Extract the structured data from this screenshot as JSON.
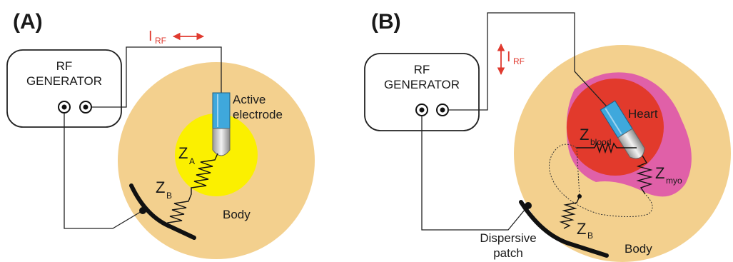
{
  "panel_a": {
    "label": "(A)",
    "generator_line1": "RF",
    "generator_line2": "GENERATOR",
    "current_main": "I",
    "current_sub": "RF",
    "active_line1": "Active",
    "active_line2": "electrode",
    "za_main": "Z",
    "za_sub": "A",
    "zb_main": "Z",
    "zb_sub": "B",
    "body": "Body"
  },
  "panel_b": {
    "label": "(B)",
    "generator_line1": "RF",
    "generator_line2": "GENERATOR",
    "current_main": "I",
    "current_sub": "RF",
    "heart": "Heart",
    "zblood_main": "Z",
    "zblood_sub": "blood",
    "zmyo_main": "Z",
    "zmyo_sub": "myo",
    "zb_main": "Z",
    "zb_sub": "B",
    "dispersive_line1": "Dispersive",
    "dispersive_line2": "patch",
    "body": "Body"
  },
  "colors": {
    "body": "#f3d08e",
    "yellow_zone": "#fbf000",
    "myocardium": "#e060a8",
    "blood": "#e23a2c",
    "electrode": "#3fa8dc",
    "current_arrow": "#e03a2f"
  }
}
